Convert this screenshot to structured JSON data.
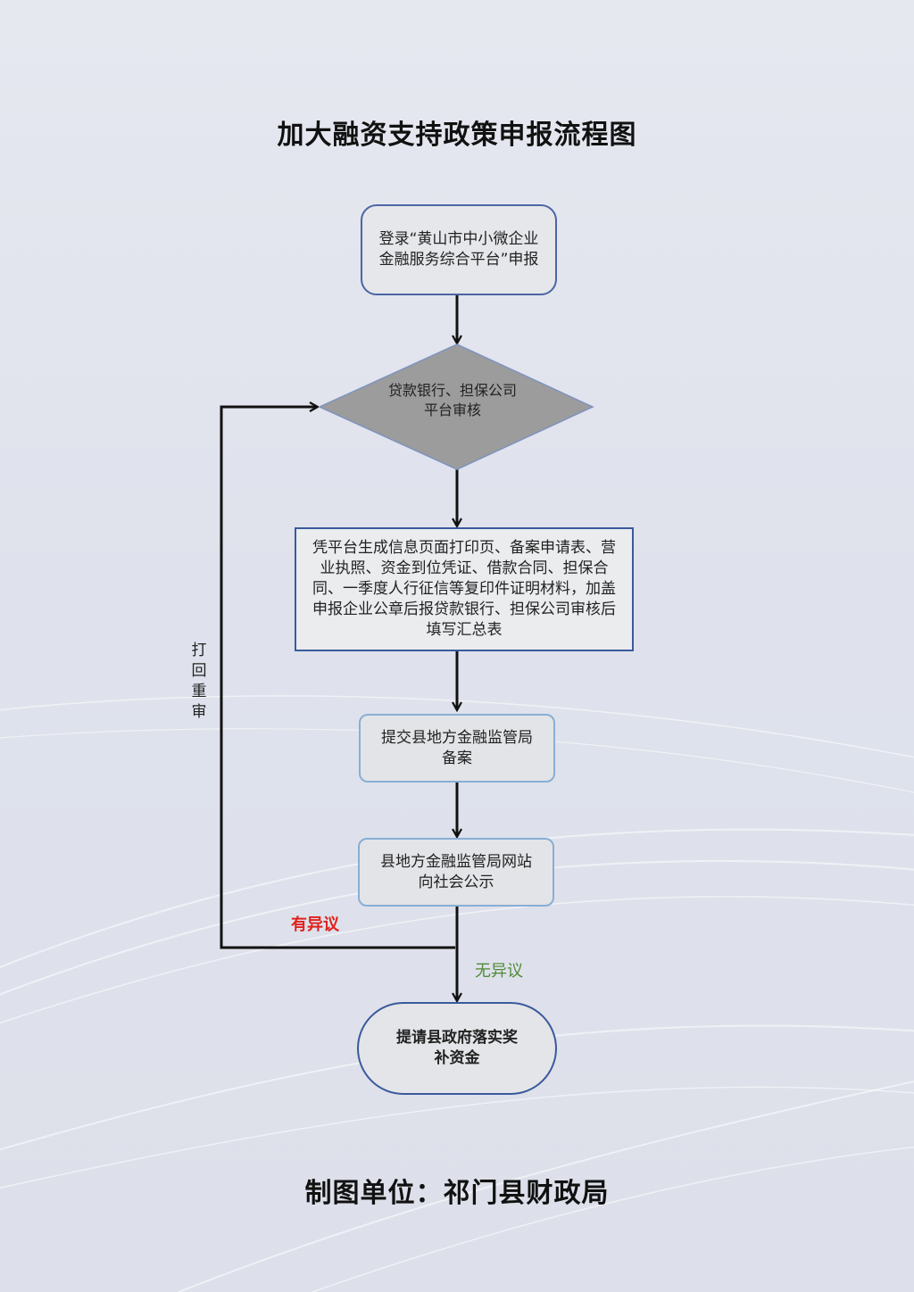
{
  "title": "加大融资支持政策申报流程图",
  "nodes": {
    "login": "登录“黄山市中小微企业金融服务综合平台”申报",
    "review": "贷款银行、担保公司平台审核",
    "materials": "凭平台生成信息页面打印页、备案申请表、营业执照、资金到位凭证、借款合同、担保合同、一季度人行征信等复印件证明材料，加盖申报企业公章后报贷款银行、担保公司审核后填写汇总表",
    "submit": "提交县地方金融监管局备案",
    "publicize": "县地方金融监管局网站向社会公示",
    "implement": "提请县政府落实奖补资金"
  },
  "edge_labels": {
    "return_review": "打回重审",
    "objection": "有异议",
    "no_objection": "无异议"
  },
  "footer": "制图单位：祁门县财政局",
  "colors": {
    "border_dark": "#3a5a9c",
    "diamond_fill": "#9c9c9c",
    "objection": "#e0221d",
    "no_objection": "#4f8a36"
  }
}
